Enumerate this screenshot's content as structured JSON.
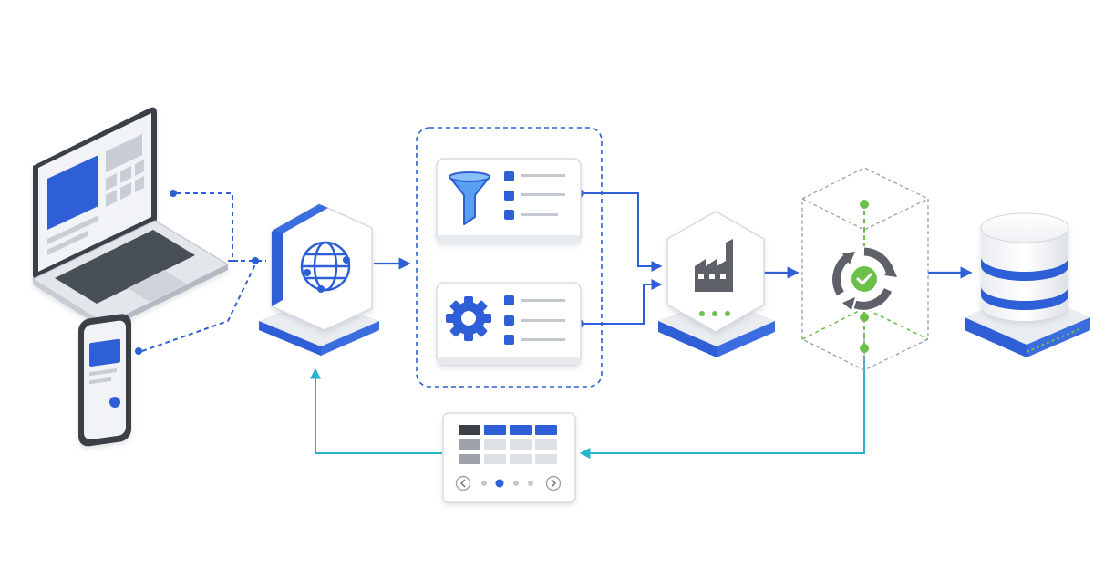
{
  "diagram": {
    "type": "architecture-flow",
    "colors": {
      "primary": "#2F5FD6",
      "cyan": "#2AB3CC",
      "green": "#6CC04A",
      "gray": "#5E6168",
      "light_gray": "#D9DCE2",
      "outline": "#C9CDD4"
    },
    "nodes": [
      {
        "id": "laptop",
        "icon": "laptop-icon"
      },
      {
        "id": "phone",
        "icon": "smartphone-icon"
      },
      {
        "id": "api-gateway",
        "icon": "globe-icon"
      },
      {
        "id": "filter-step",
        "icon": "funnel-icon"
      },
      {
        "id": "config-step",
        "icon": "gear-icon"
      },
      {
        "id": "processing-factory",
        "icon": "factory-icon"
      },
      {
        "id": "validation-cycle",
        "icon": "check-cycle-icon"
      },
      {
        "id": "database",
        "icon": "database-icon"
      },
      {
        "id": "results-table",
        "icon": "table-icon"
      }
    ],
    "edges": [
      {
        "from": "laptop",
        "to": "api-gateway",
        "style": "dashed"
      },
      {
        "from": "phone",
        "to": "api-gateway",
        "style": "dashed"
      },
      {
        "from": "api-gateway",
        "to": "filter-step",
        "style": "solid"
      },
      {
        "from": "filter-step",
        "to": "processing-factory",
        "style": "solid"
      },
      {
        "from": "config-step",
        "to": "processing-factory",
        "style": "solid"
      },
      {
        "from": "processing-factory",
        "to": "validation-cycle",
        "style": "solid"
      },
      {
        "from": "validation-cycle",
        "to": "database",
        "style": "solid"
      },
      {
        "from": "validation-cycle",
        "to": "results-table",
        "style": "solid"
      },
      {
        "from": "results-table",
        "to": "api-gateway",
        "style": "solid"
      }
    ],
    "pagination": {
      "pages": 4,
      "active_page": 2
    }
  }
}
